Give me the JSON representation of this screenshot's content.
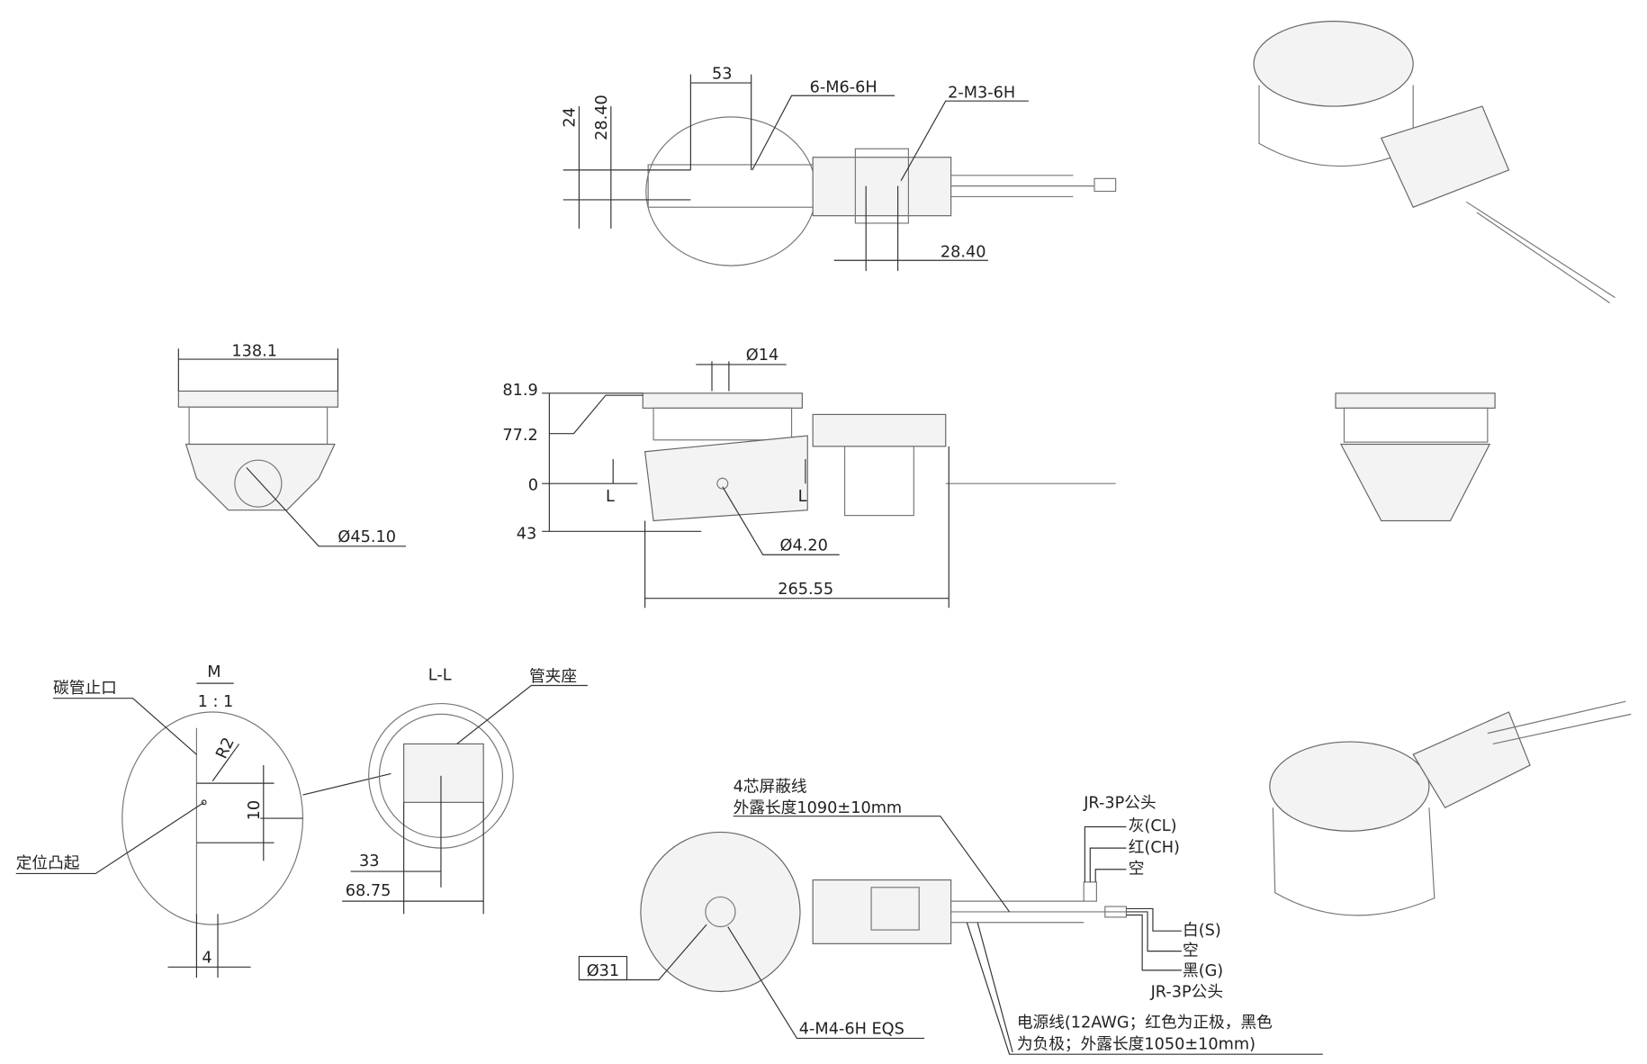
{
  "top_view": {
    "dim_53": "53",
    "thread_m6": "6-M6-6H",
    "thread_m3": "2-M3-6H",
    "dim_24": "24",
    "dim_2840_v": "28.40",
    "dim_2840_h": "28.40"
  },
  "side_view": {
    "dim_1381": "138.1",
    "dia_4510": "Ø45.10"
  },
  "front_view": {
    "dia_14": "Ø14",
    "h_819": "81.9",
    "h_772": "77.2",
    "h_0": "0",
    "h_43": "43",
    "section_l1": "L",
    "section_l2": "L",
    "dia_420": "Ø4.20",
    "dim_26555": "265.55"
  },
  "detail_m": {
    "title": "M",
    "scale": "1 : 1",
    "stop_label": "碳管止口",
    "r2": "R2",
    "dim_10": "10",
    "boss_label": "定位凸起",
    "dim_4": "4"
  },
  "section_ll": {
    "title": "L-L",
    "clamp_label": "管夹座",
    "dim_33": "33",
    "dim_6875": "68.75"
  },
  "bottom_view": {
    "dia_31": "Ø31",
    "thread_m4": "4-M4-6H EQS",
    "shield_line1": "4芯屏蔽线",
    "shield_line2": "外露长度1090±10mm",
    "jr_top": "JR-3P公头",
    "pin_cl": "灰(CL)",
    "pin_ch": "红(CH)",
    "pin_empty1": "空",
    "pin_s": "白(S)",
    "pin_empty2": "空",
    "pin_g": "黑(G)",
    "jr_bottom": "JR-3P公头",
    "power_line1": "电源线(12AWG；红色为正极，黑色",
    "power_line2": "为负极；外露长度1050±10mm)"
  }
}
